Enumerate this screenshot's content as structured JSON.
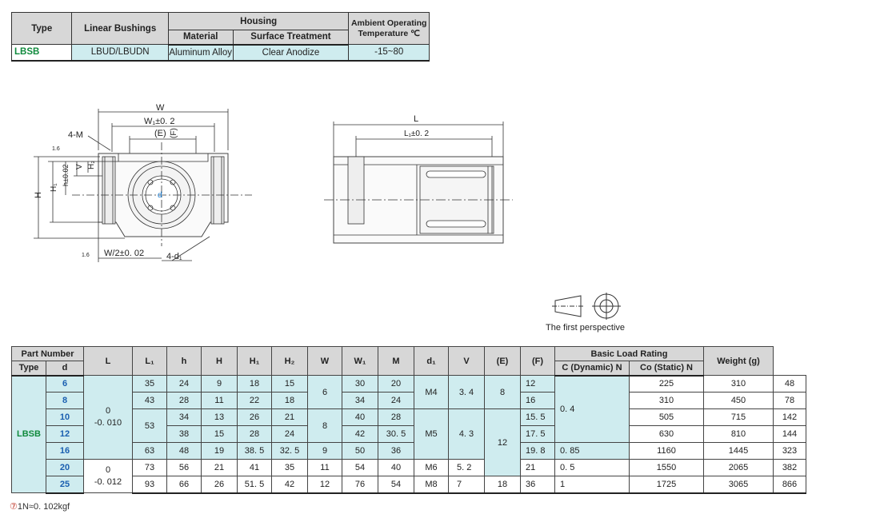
{
  "spec_table": {
    "headers": {
      "type": "Type",
      "bushings": "Linear Bushings",
      "housing": "Housing",
      "material": "Material",
      "surface": "Surface Treatment",
      "ambient": "Ambient Operating Temperature ℃"
    },
    "row": {
      "type": "LBSB",
      "bushings": "LBUD/LBUDN",
      "material": "Aluminum Alloy",
      "surface": "Clear Anodize",
      "ambient": "-15~80"
    }
  },
  "drawing": {
    "labels": {
      "W": "W",
      "W1": "W₁±0. 2",
      "E": "(E)",
      "F": "(F)",
      "M": "4-M",
      "rough": "1.6",
      "H2": "H₂",
      "V": "V",
      "h": "h±0.02",
      "H1": "H₁",
      "H": "H",
      "d": "d",
      "Whalf": "W/2±0. 02",
      "d1": "4-d₁",
      "L": "L",
      "L1": "L₁±0. 2"
    },
    "perspective": "The first perspective"
  },
  "dims_table": {
    "headers": {
      "part_number": "Part Number",
      "type": "Type",
      "d": "d",
      "L": "L",
      "L1": "L₁",
      "h": "h",
      "H": "H",
      "H1": "H₁",
      "H2": "H₂",
      "W": "W",
      "W1": "W₁",
      "M": "M",
      "d1": "d₁",
      "V": "V",
      "E": "(E)",
      "F": "(F)",
      "rating": "Basic Load Rating",
      "C": "C (Dynamic) N",
      "Co": "Co (Static) N",
      "weight": "Weight (g)"
    },
    "type_value": "LBSB",
    "tolerance_1_upper": "0",
    "tolerance_1_lower": "-0. 010",
    "tolerance_2_upper": "0",
    "tolerance_2_lower": "-0. 012",
    "rows": [
      {
        "d": "6",
        "L": "35",
        "L1": "24",
        "h": "9",
        "H": "18",
        "H1": "15",
        "W1": "20",
        "E": "12",
        "C": "225",
        "Co": "310",
        "weight": "48",
        "W": "30"
      },
      {
        "d": "8",
        "L": "43",
        "L1": "28",
        "h": "11",
        "H": "22",
        "H1": "18",
        "W1": "24",
        "E": "16",
        "C": "310",
        "Co": "450",
        "weight": "78",
        "W": "34"
      },
      {
        "d": "10",
        "L1": "34",
        "h": "13",
        "H": "26",
        "H1": "21",
        "W": "40",
        "W1": "28",
        "E": "15. 5",
        "C": "505",
        "Co": "715",
        "weight": "142"
      },
      {
        "d": "12",
        "L1": "38",
        "h": "15",
        "H": "28",
        "H1": "24",
        "W": "42",
        "W1": "30. 5",
        "E": "17. 5",
        "C": "630",
        "Co": "810",
        "weight": "144"
      },
      {
        "d": "16",
        "L": "63",
        "L1": "48",
        "h": "19",
        "H": "38. 5",
        "H1": "32. 5",
        "H2": "9",
        "W": "50",
        "W1": "36",
        "E": "19. 8",
        "F": "0. 85",
        "C": "1160",
        "Co": "1445",
        "weight": "323"
      },
      {
        "d": "20",
        "L": "73",
        "L1": "56",
        "h": "21",
        "H": "41",
        "H1": "35",
        "H2": "11",
        "W": "54",
        "W1": "40",
        "M": "M6",
        "d1": "5. 2",
        "E": "21",
        "F": "0. 5",
        "C": "1550",
        "Co": "2065",
        "weight": "382"
      },
      {
        "d": "25",
        "L": "93",
        "L1": "66",
        "h": "26",
        "H": "51. 5",
        "H1": "42",
        "H2": "12",
        "W": "76",
        "W1": "54",
        "M": "M8",
        "d1": "7",
        "V": "18",
        "E": "36",
        "F": "1",
        "C": "1725",
        "Co": "3065",
        "weight": "866"
      }
    ],
    "merged": {
      "L_10_12": "53",
      "H2_6_8": "6",
      "H2_10_12": "8",
      "M_6_8": "M4",
      "d1_6_8": "3. 4",
      "V_6_8": "8",
      "F_6_8": "0. 4",
      "M_10_16": "M5",
      "d1_10_16": "4. 3",
      "V_10_20": "12"
    }
  },
  "note": {
    "marker": "⑦",
    "text": "1N≈0. 102kgf"
  }
}
